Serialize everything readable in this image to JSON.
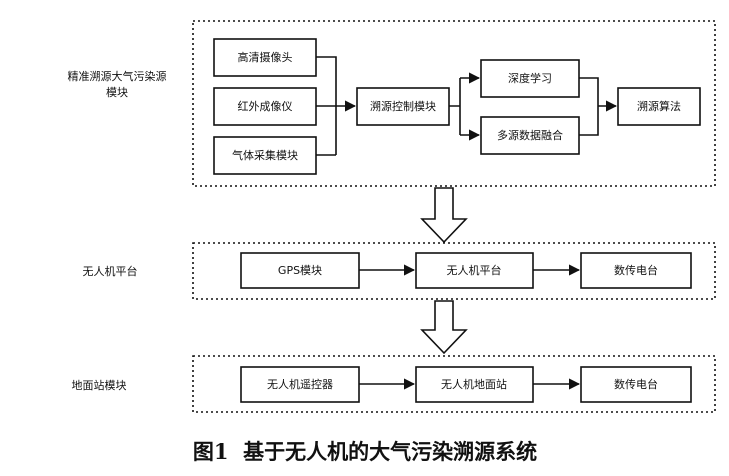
{
  "groups": {
    "source_module": {
      "label_lines": [
        "精准溯源大气污染源",
        "模块"
      ],
      "nodes": {
        "hd_camera": "高清摄像头",
        "ir_imager": "红外成像仪",
        "gas_sampler": "气体采集模块",
        "trace_control": "溯源控制模块",
        "deep_learning": "深度学习",
        "data_fusion": "多源数据融合",
        "trace_algorithm": "溯源算法"
      }
    },
    "uav_platform": {
      "label": "无人机平台",
      "nodes": {
        "gps": "GPS模块",
        "uav": "无人机平台",
        "radio": "数传电台"
      }
    },
    "ground_station": {
      "label": "地面站模块",
      "nodes": {
        "remote": "无人机遥控器",
        "station": "无人机地面站",
        "radio": "数传电台"
      }
    }
  },
  "caption": "图1  基于无人机的大气污染溯源系统"
}
